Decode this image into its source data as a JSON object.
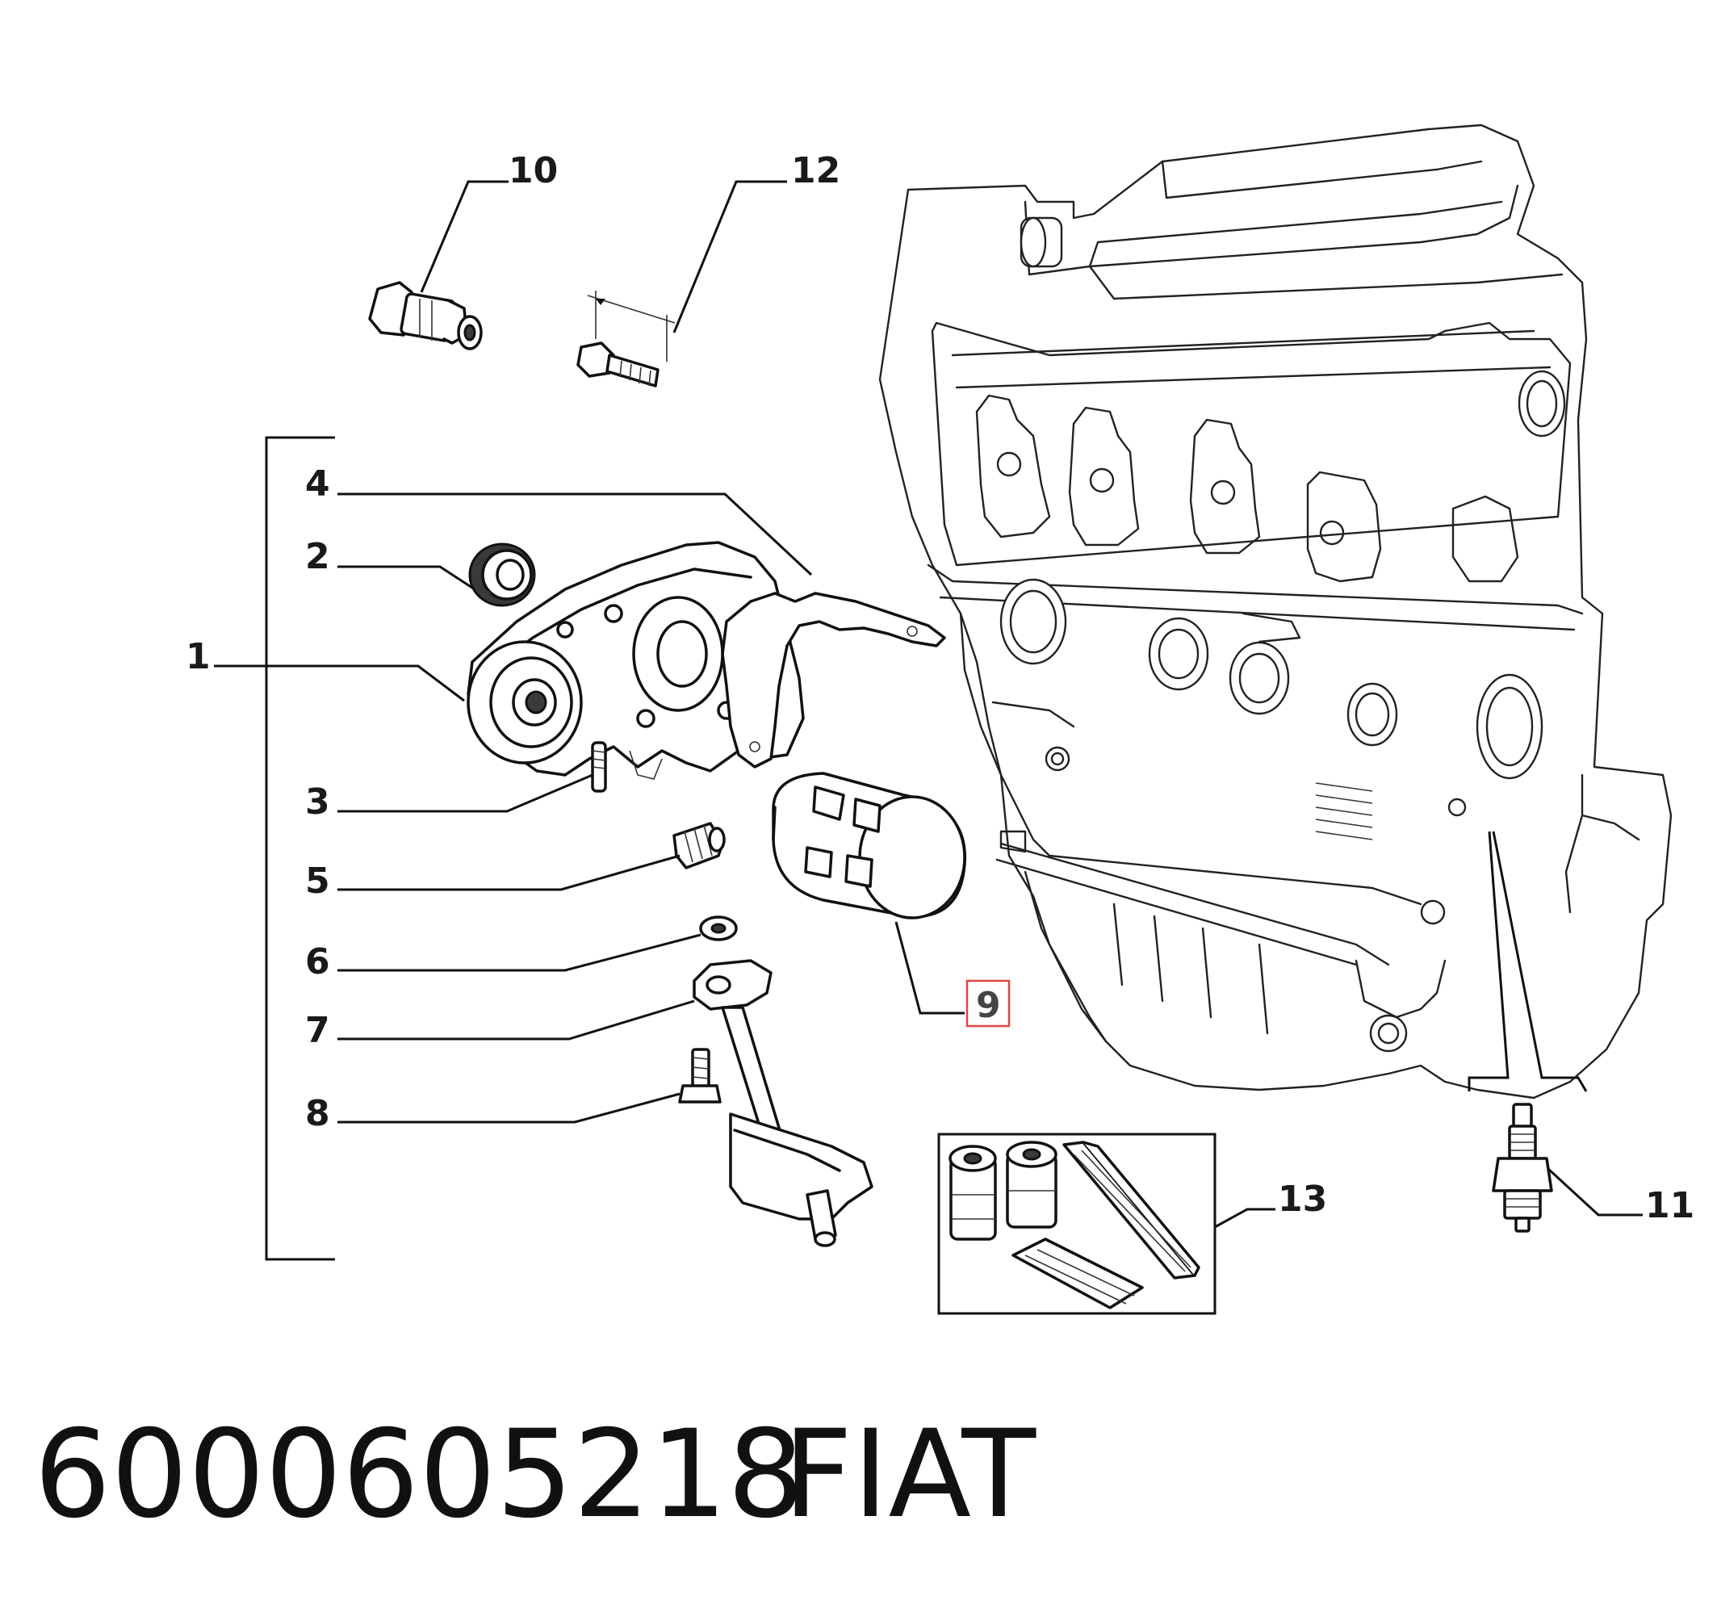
{
  "callouts": {
    "c1": "1",
    "c2": "2",
    "c3": "3",
    "c4": "4",
    "c5": "5",
    "c6": "6",
    "c7": "7",
    "c8": "8",
    "c9": "9",
    "c10": "10",
    "c11": "11",
    "c12": "12",
    "c13": "13"
  },
  "highlight": {
    "callout": "9",
    "color": "#e04545"
  },
  "caption": {
    "part_number": "6000605218",
    "brand": "FIAT"
  }
}
